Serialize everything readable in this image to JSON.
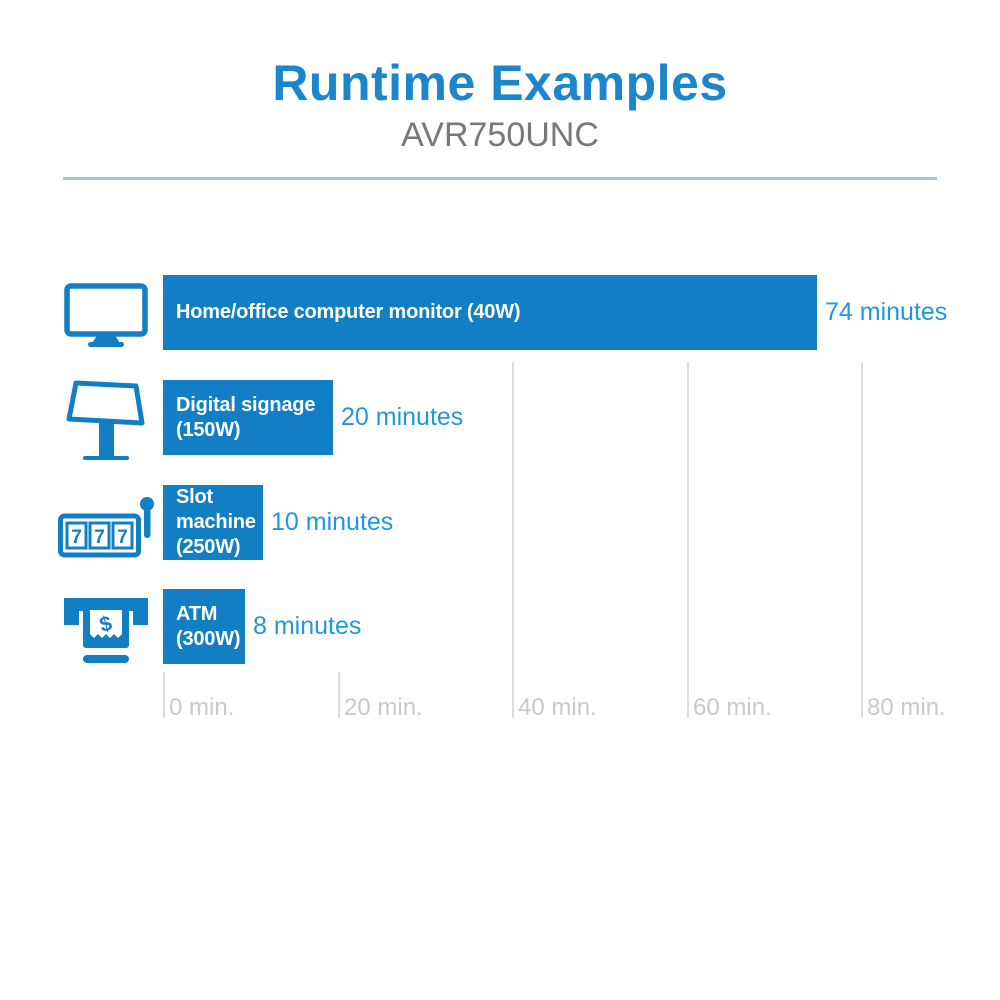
{
  "header": {
    "title": "Runtime Examples",
    "subtitle": "AVR750UNC"
  },
  "colors": {
    "bar_blue": "#127FC5",
    "title_blue": "#1B86CB",
    "value_label_blue": "#2097DB",
    "bar_text_white": "#FFFFFF",
    "subtitle_gray": "#77787A",
    "axis_label_gray": "#C9C9C9",
    "gridline_gray": "#DCDCDC",
    "divider_light_blue": "#9DC5E5"
  },
  "chart_data": {
    "type": "bar",
    "orientation": "horizontal",
    "title": "Runtime Examples",
    "subtitle": "AVR750UNC",
    "unit": "minutes",
    "categories": [
      "Home/office computer monitor (40W)",
      "Digital signage (150W)",
      "Slot machine (250W)",
      "ATM (300W)"
    ],
    "values": [
      74,
      20,
      10,
      8
    ],
    "value_labels": [
      "74 minutes",
      "20 minutes",
      "10 minutes",
      "8 minutes"
    ],
    "bar_color": "#127FC5",
    "x_ticks": [
      {
        "value": 0,
        "label": "0 min."
      },
      {
        "value": 20,
        "label": "20 min."
      },
      {
        "value": 40,
        "label": "40 min."
      },
      {
        "value": 60,
        "label": "60 min."
      },
      {
        "value": 80,
        "label": "80 min."
      }
    ],
    "xlim": [
      0,
      96
    ],
    "grid": "vertical lines at 40/60/80 min, short ticks at 0/20 min",
    "legend": "none"
  },
  "rows": [
    {
      "icon": "computer-monitor-icon",
      "label_lines": [
        "Home/office computer monitor (40W)"
      ],
      "value": 74,
      "value_label": "74 minutes"
    },
    {
      "icon": "digital-signage-icon",
      "label_lines": [
        "Digital signage",
        "(150W)"
      ],
      "value": 20,
      "value_label": "20 minutes"
    },
    {
      "icon": "slot-machine-icon",
      "label_lines": [
        "Slot",
        "machine",
        "(250W)"
      ],
      "value": 10,
      "value_label": "10 minutes"
    },
    {
      "icon": "atm-icon",
      "label_lines": [
        "ATM",
        "(300W)"
      ],
      "value": 8,
      "value_label": "8 minutes"
    }
  ],
  "icon_glyphs": {
    "slot_digits": [
      "7",
      "7",
      "7"
    ],
    "atm_currency": "$"
  }
}
